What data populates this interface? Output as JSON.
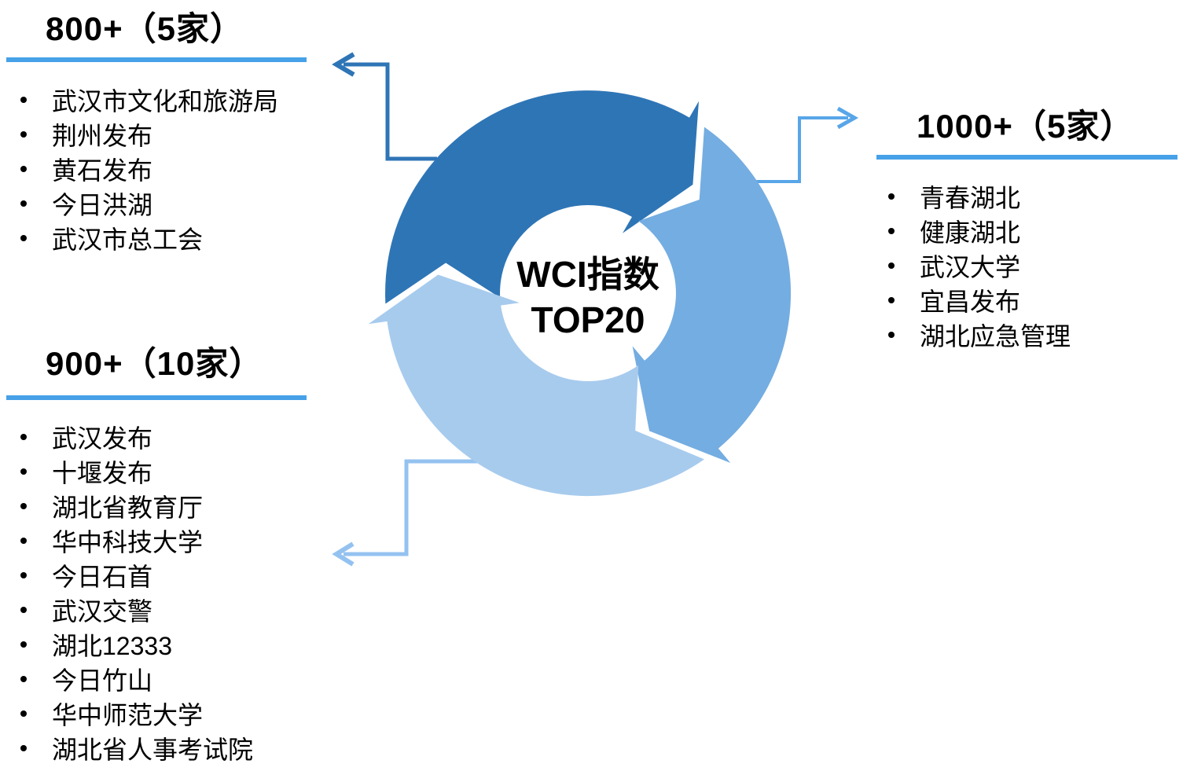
{
  "diagram": {
    "center_line1": "WCI指数",
    "center_line2": "TOP20",
    "colors": {
      "segment_800": "#2E75B6",
      "segment_1000": "#74ADE1",
      "segment_900": "#A7CBED",
      "underline": "#47A1E8",
      "connector_800": "#2E75B6",
      "connector_1000": "#58A6E8",
      "connector_900": "#94C2F0",
      "text": "#000000",
      "background": "#FFFFFF"
    }
  },
  "groups": [
    {
      "id": "800-plus",
      "title": "800+（5家）",
      "items": [
        "武汉市文化和旅游局",
        "荆州发布",
        "黄石发布",
        "今日洪湖",
        "武汉市总工会"
      ]
    },
    {
      "id": "1000-plus",
      "title": "1000+（5家）",
      "items": [
        "青春湖北",
        "健康湖北",
        "武汉大学",
        "宜昌发布",
        "湖北应急管理"
      ]
    },
    {
      "id": "900-plus",
      "title": "900+（10家）",
      "items": [
        "武汉发布",
        "十堰发布",
        "湖北省教育厅",
        "华中科技大学",
        "今日石首",
        "武汉交警",
        "湖北12333",
        "今日竹山",
        "华中师范大学",
        "湖北省人事考试院"
      ]
    }
  ]
}
